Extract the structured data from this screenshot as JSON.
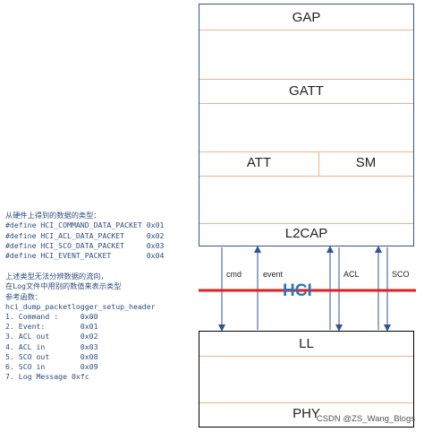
{
  "host": {
    "layers": {
      "gap": "GAP",
      "gatt": "GATT",
      "att": "ATT",
      "sm": "SM",
      "l2cap": "L2CAP"
    }
  },
  "hci": {
    "label": "HCI",
    "channels": {
      "cmd": "cmd",
      "event": "event",
      "acl": "ACL",
      "sco": "SCO"
    },
    "line_color": "#e02020"
  },
  "controller": {
    "layers": {
      "ll": "LL",
      "phy": "PHY"
    }
  },
  "notes": {
    "block1": [
      "从硬件上得到的数据的类型：",
      "#define HCI_COMMAND_DATA_PACKET 0x01",
      "#define HCI_ACL_DATA_PACKET     0x02",
      "#define HCI_SCO_DATA_PACKET     0x03",
      "#define HCI_EVENT_PACKET        0x04"
    ],
    "block2": [
      "上述类型无法分辨数据的流向，",
      "在Log文件中用别的数值来表示类型",
      "参考函数：",
      "hci_dump_packetlogger_setup_header",
      "1. Command :     0x00",
      "2. Event:        0x01",
      "3. ACL out       0x02",
      "4. ACL in        0x03",
      "5. SCO out       0x08",
      "6. SCO in        0x09",
      "7. Log Message 0xfc"
    ]
  },
  "watermark": "CSDN @ZS_Wang_Blogs",
  "colors": {
    "host_border": "#2f5597",
    "divider": "#f4b183",
    "arrow": "#2f5597",
    "note_text": "#2e4e7e"
  }
}
